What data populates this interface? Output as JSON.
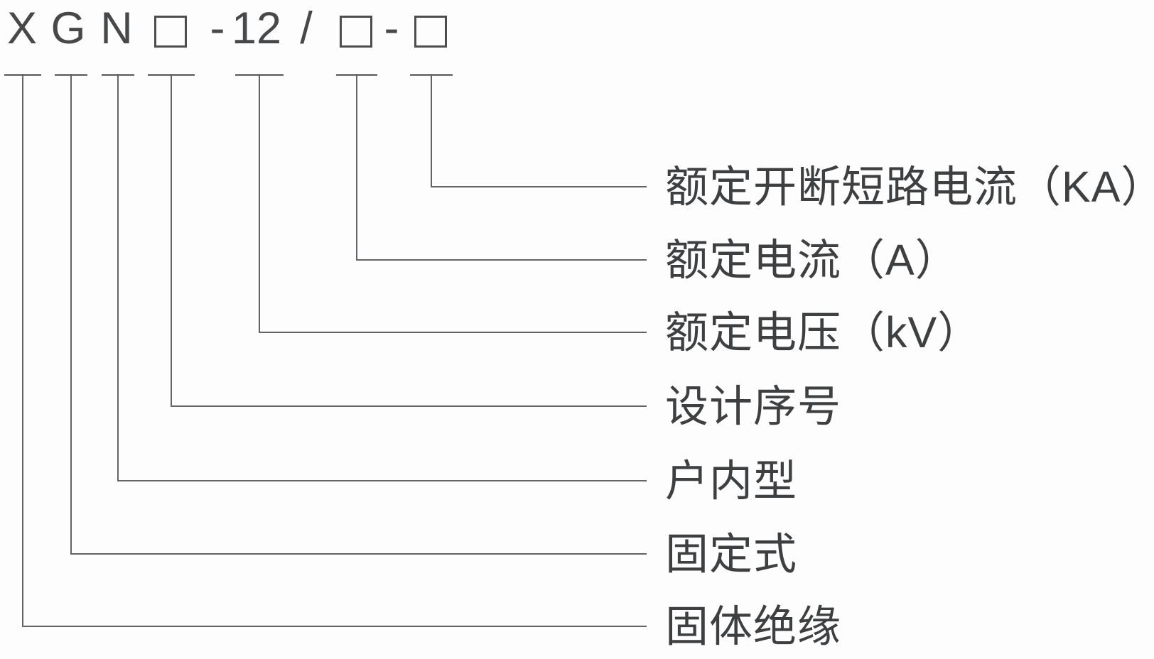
{
  "page": {
    "background": "#fdfdfd"
  },
  "colors": {
    "line": "#636467",
    "tick": "#77787a",
    "code_text": "#47484a",
    "label_text": "#3e3f41",
    "box_border": "#4c4d4f"
  },
  "model_code": {
    "full_designation": "XGN□-12/□-□",
    "parts": {
      "p0": "X",
      "p1": "G",
      "p2": "N",
      "p3": "-",
      "p4": "12",
      "p5": "/",
      "p6": "-"
    },
    "placeholder_boxes": 3
  },
  "labels": [
    {
      "text": "额定开断短路电流（KA）",
      "connects_to": "third placeholder box"
    },
    {
      "text": "额定电流（A）",
      "connects_to": "second placeholder box"
    },
    {
      "text": "额定电压（kV）",
      "connects_to": "12"
    },
    {
      "text": "设计序号",
      "connects_to": "first placeholder box"
    },
    {
      "text": "户内型",
      "connects_to": "N"
    },
    {
      "text": "固定式",
      "connects_to": "G"
    },
    {
      "text": "固体绝缘",
      "connects_to": "X"
    }
  ]
}
